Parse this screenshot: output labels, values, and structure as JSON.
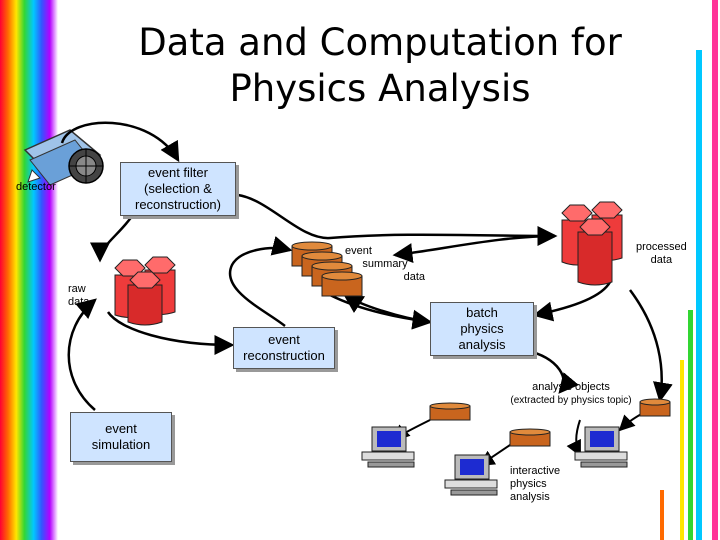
{
  "title_line1": "Data and Computation for",
  "title_line2": "Physics Analysis",
  "labels": {
    "detector": "detector",
    "event_filter_1": "event filter",
    "event_filter_2": "(selection &",
    "event_filter_3": "reconstruction)",
    "raw_data_1": "raw",
    "raw_data_2": "data",
    "event_summary_1": "event",
    "event_summary_2": "summary",
    "event_summary_3": "data",
    "processed_data_1": "processed",
    "processed_data_2": "data",
    "batch_1": "batch",
    "batch_2": "physics",
    "batch_3": "analysis",
    "event_reco_1": "event",
    "event_reco_2": "reconstruction",
    "analysis_objects": "analysis objects",
    "analysis_objects_sub": "(extracted by physics topic)",
    "event_sim_1": "event",
    "event_sim_2": "simulation",
    "interactive_1": "interactive",
    "interactive_2": "physics",
    "interactive_3": "analysis"
  },
  "colors": {
    "box_fill": "#cfe4ff",
    "storage_red": "#ee3b3b",
    "disk_orange": "#c9651e",
    "arrow": "#000000"
  }
}
